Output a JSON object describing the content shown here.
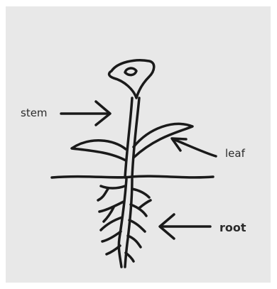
{
  "diagram": {
    "labels": {
      "stem": "stem",
      "leaf": "leaf",
      "root": "root"
    },
    "colors": {
      "background": "#e8e8e8",
      "ink": "#1a1a1a",
      "label_text": "#2b2b2b"
    }
  }
}
